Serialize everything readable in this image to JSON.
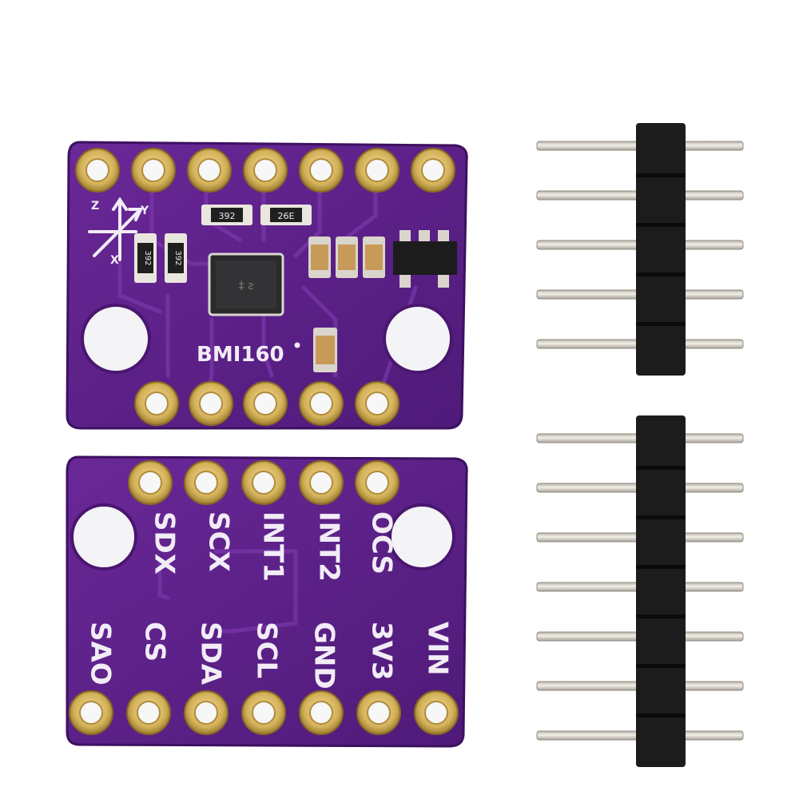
{
  "colors": {
    "background": "#ffffff",
    "pcb": "#5b1e86",
    "pcb_edge": "#3d1060",
    "pcb_trace": "#6f2d9c",
    "gold": "#d4b25a",
    "gold_dark": "#9a7a2e",
    "silkscreen": "#f2ecf6",
    "header_plastic": "#1c1c1c",
    "pin_metal": "#d6d2c8"
  },
  "top_board": {
    "chip_label": "BMI160",
    "resistor_labels": [
      "392",
      "392",
      "392",
      "26E"
    ],
    "axis_labels": [
      "Z",
      "Y",
      "X"
    ]
  },
  "bottom_board": {
    "upper_row_labels": [
      "SDX",
      "SCX",
      "INT1",
      "INT2",
      "OCS"
    ],
    "lower_row_labels": [
      "SAO",
      "CS",
      "SDA",
      "SCL",
      "GND",
      "3V3",
      "VIN"
    ]
  },
  "headers": [
    {
      "pins": 5
    },
    {
      "pins": 7
    }
  ]
}
